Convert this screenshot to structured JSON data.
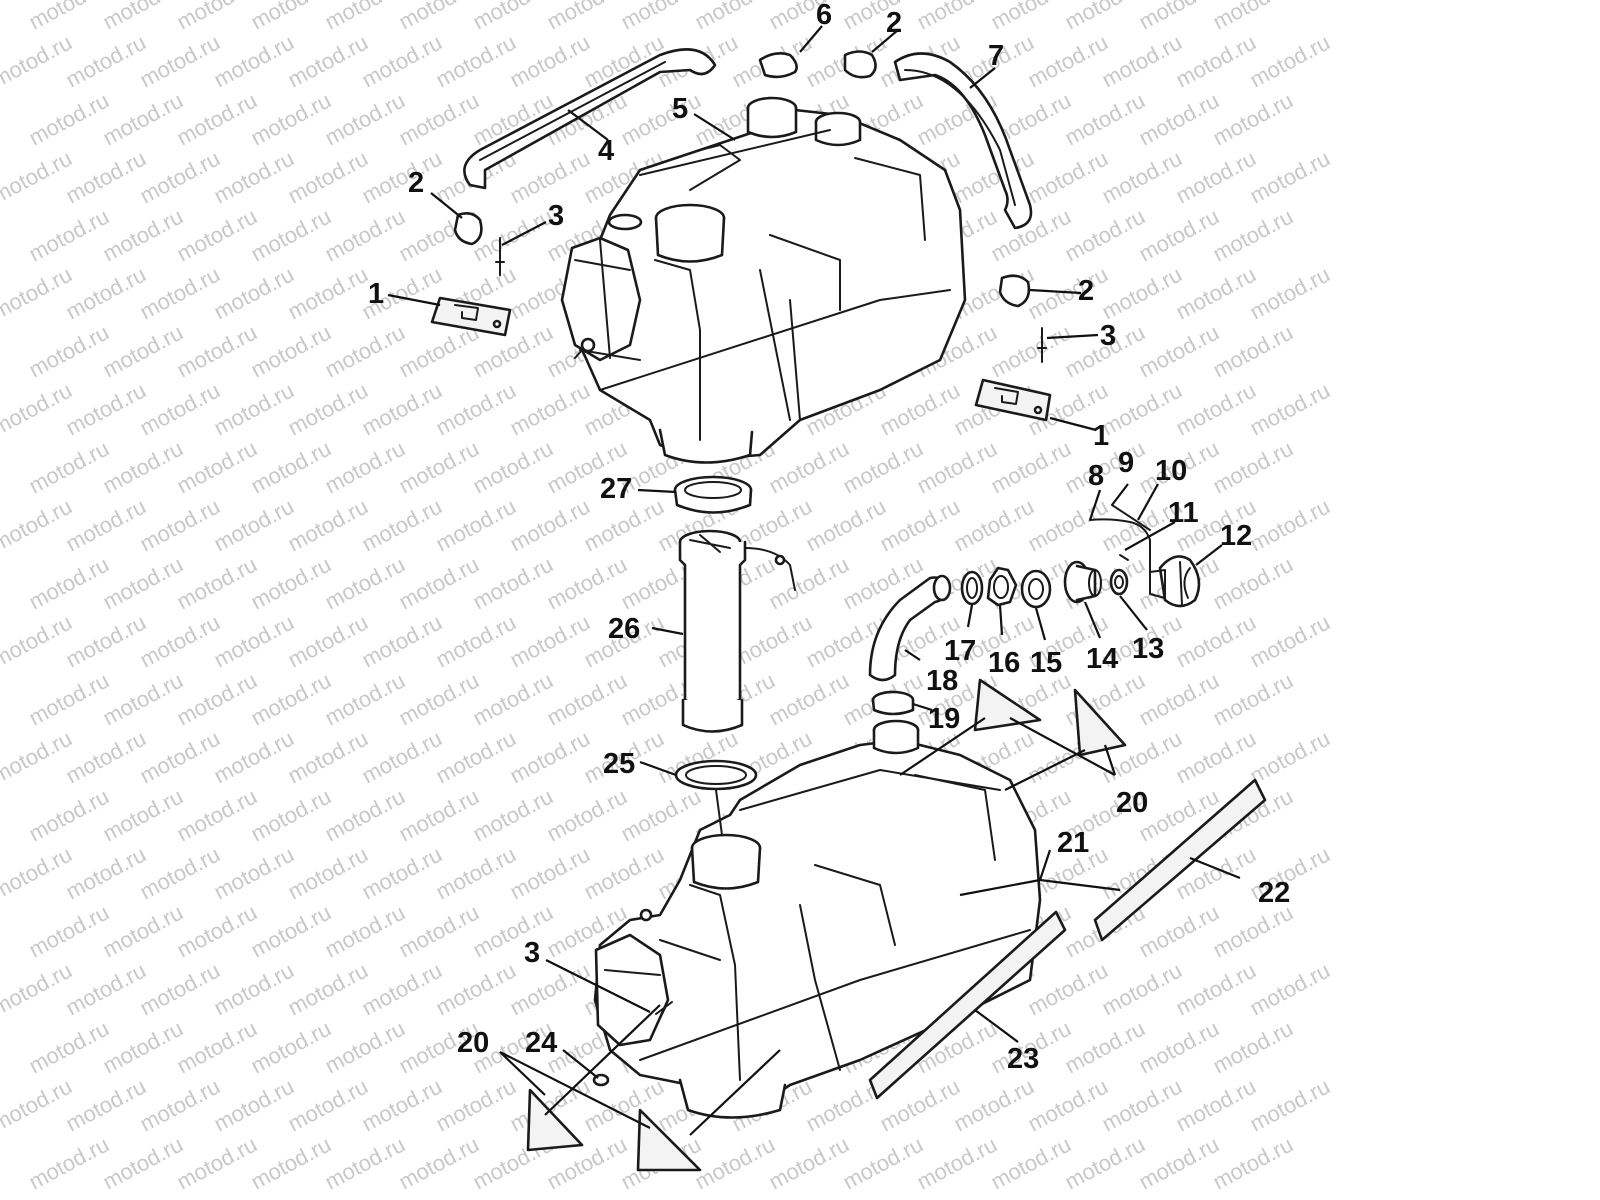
{
  "watermark": {
    "text": "motod.ru",
    "color": "#c8c8c8"
  },
  "colors": {
    "ink": "#1a1a1a",
    "paper": "#ffffff"
  },
  "callouts": [
    "1",
    "1",
    "2",
    "2",
    "2",
    "3",
    "3",
    "3",
    "4",
    "5",
    "6",
    "7",
    "8",
    "9",
    "10",
    "11",
    "12",
    "13",
    "14",
    "15",
    "16",
    "17",
    "18",
    "19",
    "20",
    "20",
    "21",
    "22",
    "23",
    "24",
    "25",
    "26",
    "27"
  ]
}
